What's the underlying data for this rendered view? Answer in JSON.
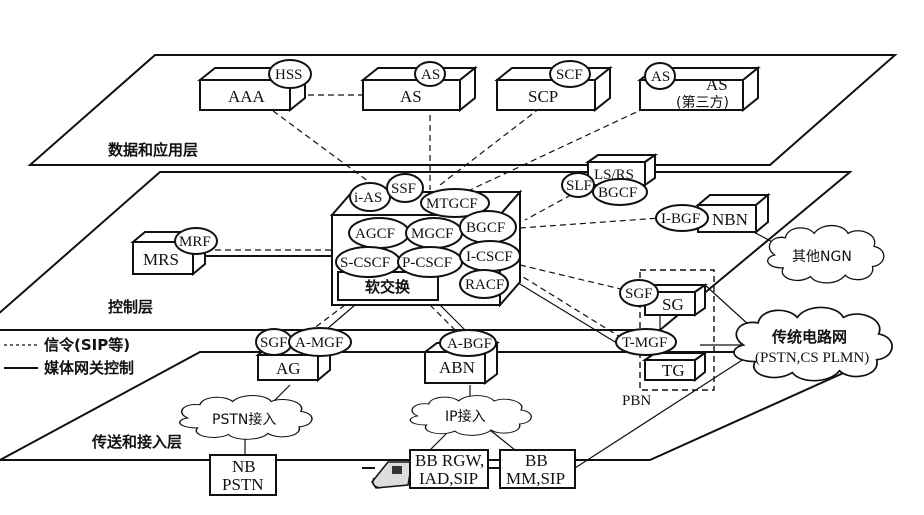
{
  "layers": {
    "app": "数据和应用层",
    "control": "控制层",
    "transport": "传送和接入层"
  },
  "legend": {
    "signaling": "信令(SIP等)",
    "media_control": "媒体网关控制"
  },
  "app_layer": {
    "aaa": {
      "box": "AAA",
      "func": "HSS"
    },
    "as": {
      "box": "AS",
      "func": "AS"
    },
    "scp": {
      "box": "SCP",
      "func": "SCF"
    },
    "as3": {
      "box": "AS",
      "box2": "(第三方)",
      "func": "AS"
    }
  },
  "control_layer": {
    "ls_rs": "LS/RS",
    "slf": "SLF",
    "bgcf_top": "BGCF",
    "nbn": {
      "box": "NBN",
      "func": "I-BGF"
    },
    "mrs": {
      "box": "MRS",
      "func": "MRF"
    },
    "softswitch": {
      "label": "软交换",
      "i_as": "i-AS",
      "ssf": "SSF",
      "mtgcf": "MTGCF",
      "agcf": "AGCF",
      "mgcf": "MGCF",
      "bgcf": "BGCF",
      "s_cscf": "S-CSCF",
      "p_cscf": "P-CSCF",
      "i_cscf": "I-CSCF",
      "racf": "RACF"
    },
    "sg": {
      "box": "SG",
      "func": "SGF"
    }
  },
  "transport_layer": {
    "ag": {
      "box": "AG",
      "func1": "SGF",
      "func2": "A-MGF"
    },
    "abn": {
      "box": "ABN",
      "func": "A-BGF"
    },
    "tg": {
      "box": "TG",
      "func": "T-MGF"
    },
    "pbn": "PBN",
    "pstn_access": "PSTN接入",
    "ip_access": "IP接入",
    "nb_pstn": {
      "line1": "NB",
      "line2": "PSTN"
    },
    "bb_rgw": {
      "line1": "BB RGW,",
      "line2": "IAD,SIP"
    },
    "bb_mm": {
      "line1": "BB",
      "line2": "MM,SIP"
    }
  },
  "clouds": {
    "other_ngn": "其他NGN",
    "legacy": {
      "line1": "传统电路网",
      "line2": "(PSTN,CS PLMN)"
    }
  }
}
